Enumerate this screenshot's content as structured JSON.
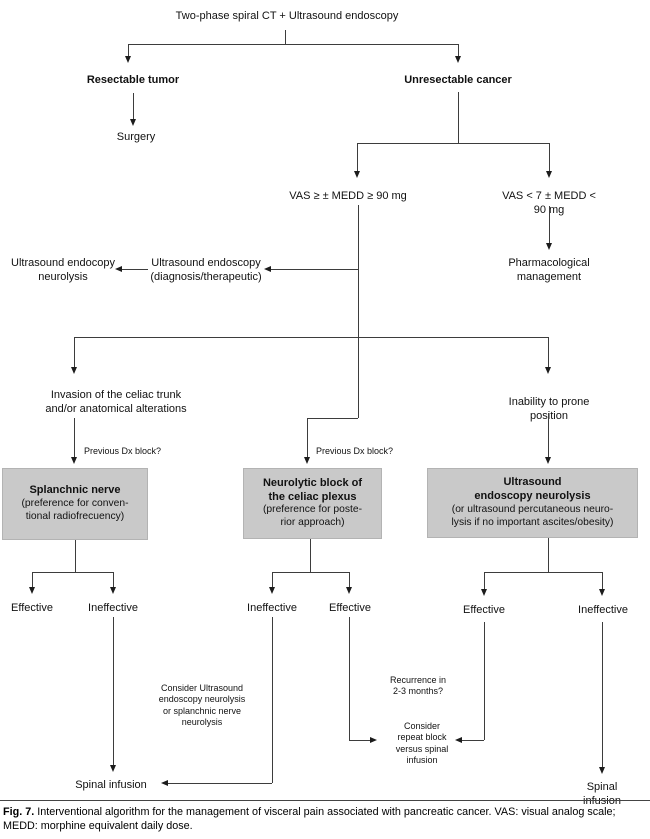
{
  "colors": {
    "box_fill": "#c9c9c9",
    "box_border": "#b3b3b3",
    "line": "#3d3d3d",
    "text": "#111111"
  },
  "nodes": {
    "root": "Two-phase spiral CT + Ultrasound endoscopy",
    "resectable": "Resectable tumor",
    "surgery": "Surgery",
    "unresectable": "Unresectable cancer",
    "vas_high": "VAS ≥ ± MEDD ≥ 90 mg",
    "vas_low": "VAS < 7 ± MEDD < 90 mg",
    "us_endoscopy_neurolysis": "Ultrasound endocopy\nneurolysis",
    "us_endoscopy_diag": "Ultrasound endoscopy\n(diagnosis/therapeutic)",
    "pharmacological": "Pharmacological\nmanagement",
    "invasion": "Invasion of the celiac trunk\nand/or anatomical alterations",
    "inability": "Inability to prone position",
    "previous_dx_left": "Previous Dx block?",
    "previous_dx_mid": "Previous Dx block?",
    "splanchnic_box": {
      "title": "Splanchnic nerve",
      "subtitle": "(preference for conven-\ntional radiofrecuency)"
    },
    "neurolytic_box": {
      "title": "Neurolytic block of\nthe celiac plexus",
      "subtitle": "(preference for poste-\nrior approach)"
    },
    "us_neurolysis_box": {
      "title": "Ultrasound\nendoscopy neurolysis",
      "subtitle": "(or ultrasound percutaneous neuro-\nlysis if no important ascites/obesity)"
    },
    "outcome_left_effective": "Effective",
    "outcome_left_ineffective": "Ineffective",
    "outcome_mid_ineffective": "Ineffective",
    "outcome_mid_effective": "Effective",
    "outcome_right_effective": "Effective",
    "outcome_right_ineffective": "Ineffective",
    "consider_us_neurolysis": "Consider Ultrasound\nendoscopy neurolysis\nor splanchnic nerve\nneurolysis",
    "recurrence": "Recurrence in\n2-3 months?",
    "consider_repeat": "Consider\nrepeat block\nversus spinal\ninfusion",
    "spinal_left": "Spinal infusion",
    "spinal_right": "Spinal infusion"
  },
  "figure_caption": {
    "label": "Fig. 7.",
    "text": " Interventional algorithm for the management of visceral pain associated with pancreatic cancer. VAS: visual analog scale; MEDD: morphine equivalent daily dose."
  }
}
